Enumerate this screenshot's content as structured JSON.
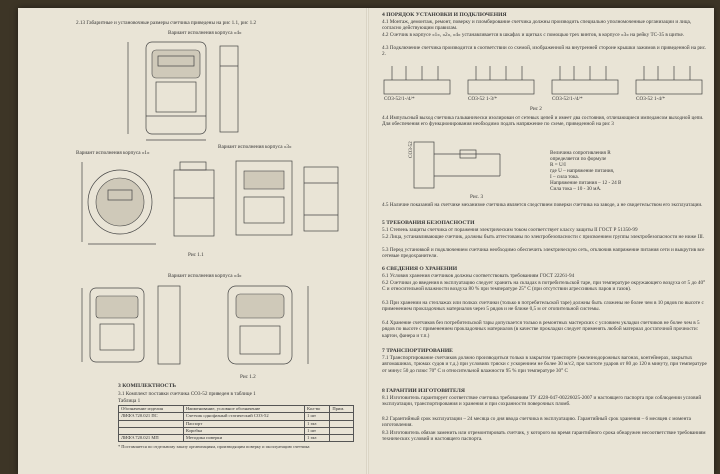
{
  "left": {
    "intro": "2.13 Габаритные и установочные размеры счетчика приведены на рис 1.1, рис 1.2",
    "variant4": "Вариант исполнения корпуса «4»",
    "variant1": "Вариант исполнения корпуса «1»",
    "variant3": "Вариант исполнения корпуса «3»",
    "fig11": "Рис 1.1",
    "variant4b": "Вариант исполнения корпуса «4»",
    "fig12": "Рис 1.2",
    "section3": "3 КОМПЛЕКТНОСТЬ",
    "s31": "3.1 Комплект поставки счетчика СО3-52 приведен в таблице 1",
    "table_caption": "Таблица 1",
    "table": {
      "headers": [
        "Обозначение изделия",
        "Наименование, условное обозначение",
        "Кол-во",
        "Прим."
      ],
      "rows": [
        [
          "ЛИФЭ.720.021 ПС",
          "Счетчик однофазный статический СО3-52",
          "1 шт",
          ""
        ],
        [
          "",
          "Паспорт",
          "1 экз",
          ""
        ],
        [
          "",
          "Коробка",
          "1 шт",
          ""
        ],
        [
          "ЛИФЭ.720.021 МП",
          "Методика поверки",
          "1 экз",
          ""
        ]
      ]
    },
    "footnote": "* Поставляется по отдельному заказу организациям, производящим поверку и эксплуатацию счетчика"
  },
  "right": {
    "section4": "4 ПОРЯДОК УСТАНОВКИ И ПОДКЛЮЧЕНИЯ",
    "p41": "4.1 Монтаж, демонтаж, ремонт, поверку и пломбирование счетчика должны производить специально уполномоченные организации и лица, согласно действующим правилам.",
    "p42": "4.2 Счетчик в корпусе «1», «2», «4» устанавливается в шкафах и щитках с помощью трех винтов, в корпусе «3» на рейку ТС-35 в щитке.",
    "p43": "4.3 Подключение счетчика производится в соответствии со схемой, изображенной на внутренней стороне крышки зажимов и приведенной на рис. 2.",
    "fig2_labels": [
      "СО3-52/1-/4/*",
      "СО3-52 1-3/*",
      "СО3-52/1-/4/*",
      "СО3-52 1-4/*"
    ],
    "fig2": "Рис 2",
    "p44": "4.4 Импульсный выход счетчика гальванически изолирован от сетевых цепей и имеет два состояния, отличающиеся импедансом выходной цепи. Для обеспечения его функционирования необходимо подать напряжение по схеме, приведенной на рис 3",
    "circuit_label": "СО3-52",
    "fig3": "Рис. 3",
    "formula_lines": [
      "Величина сопротивления R",
      "определяется по формуле",
      "R = U/I",
      "где U – напряжение питания,",
      "I – сила тока.",
      "Напряжение питания – 12 - 24 В",
      "Сила тока – 10 - 30 мА."
    ],
    "p45": "4.5 Наличие показаний на счетчике механизме счетчика является следствием поверки счетчика на заводе, а не свидетельством его эксплуатации.",
    "section5": "5 ТРЕБОВАНИЯ БЕЗОПАСНОСТИ",
    "p51": "5.1 Степень защиты счетчика от поражения электрическим током соответствует классу защиты II ГОСТ Р 51350-99",
    "p52": "5.2 Лица, устанавливающие счетчик, должны быть аттестованы по электробезопасности с присвоением группы электробезопасности не ниже III.",
    "p53": "5.3 Перед установкой и подключением счетчика необходимо обеспечить электрическую сеть, отключив напряжение питания сети и выкрутив все сетевые предохранители.",
    "section6": "6 СВЕДЕНИЯ О ХРАНЕНИИ",
    "p61": "6.1 Условия хранения счетчиков должны соответствовать требованиям ГОСТ 22261-94",
    "p62": "6.2 Счетчики до введения в эксплуатацию следует хранить на складах в потребительской таре, при температуре окружающего воздуха от 5 до 40° С и относительной влажности воздуха 80 % при температуре 25° С (при отсутствии агрессивных паров и газов).",
    "p63": "6.3 При хранении на стеллажах или полках счетчики (только в потребительской таре) должны быть сложены не более чем в 10 рядов по высоте с применением прокладочных материалов через 5 рядов и не ближе 0,5 м от отопительной системы.",
    "p64": "6.4 Хранение счетчиков без потребительской тары допускается только в ремонтных мастерских с условием укладки счетчиков не более чем в 5 рядов по высоте с применением прокладочных материалов (в качестве прокладки следует применять любой материал достаточной прочности: картон, фанера и т.п.)",
    "section7": "7 ТРАНСПОРТИРОВАНИЕ",
    "p71": "7.1 Транспортирование счетчиков должно производиться только в закрытом транспорте (железнодорожных вагонах, контейнерах, закрытых автомашинах, трюмах судов и т.д.) при условиях тряски с ускорением не более 30 м/с2, при частоте ударов от 80 до 120 в минуту, при температуре от минус 50 до плюс 70° С и относительной влажности 95 % при температуре 30° С",
    "section8": "8 ГАРАНТИИ ИЗГОТОВИТЕЛЯ",
    "p81": "8.1 Изготовитель гарантирует соответствие счетчика требованиям ТУ 4228-047-00226025-2007 и настоящего паспорта при соблюдении условий эксплуатации, транспортирования и хранения и при сохранности поверочных пломб.",
    "p82": "8.2 Гарантийный срок эксплуатации – 24 месяца со дня ввода счетчика в эксплуатацию. Гарантийный срок хранения – 6 месяцев с момента изготовления.",
    "p83": "8.3 Изготовитель обязан заменить или отремонтировать счетчик, у которого во время гарантийного срока обнаружен несоответствие требованиям технических условий и настоящего паспорта."
  }
}
